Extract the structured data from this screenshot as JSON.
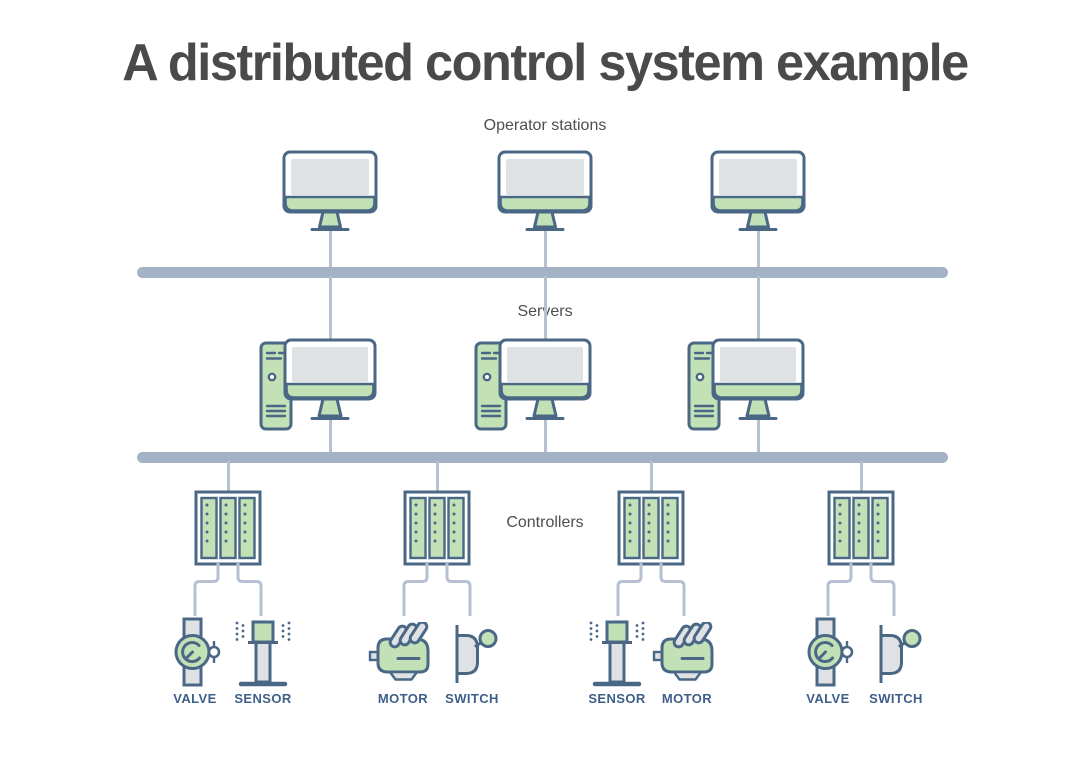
{
  "title": "A distributed control system example",
  "sections": {
    "operator_stations": "Operator stations",
    "servers": "Servers",
    "controllers": "Controllers"
  },
  "counts": {
    "operator_stations": 3,
    "servers": 3,
    "controllers": 4
  },
  "device_groups": [
    {
      "devices": [
        {
          "type": "valve",
          "label": "VALVE"
        },
        {
          "type": "sensor",
          "label": "SENSOR"
        }
      ]
    },
    {
      "devices": [
        {
          "type": "motor",
          "label": "MOTOR"
        },
        {
          "type": "switch",
          "label": "SWITCH"
        }
      ]
    },
    {
      "devices": [
        {
          "type": "sensor",
          "label": "SENSOR"
        },
        {
          "type": "motor",
          "label": "MOTOR"
        }
      ]
    },
    {
      "devices": [
        {
          "type": "valve",
          "label": "VALVE"
        },
        {
          "type": "switch",
          "label": "SWITCH"
        }
      ]
    }
  ],
  "colors": {
    "outline": "#4a6885",
    "fill_green": "#c3e1b6",
    "fill_gray": "#dfe2e5",
    "bus": "#a4b2c6",
    "connector": "#b5c1d3",
    "title_text": "#4a4a4c",
    "section_text": "#4e4e50",
    "device_label_text": "#3e5f8a"
  }
}
